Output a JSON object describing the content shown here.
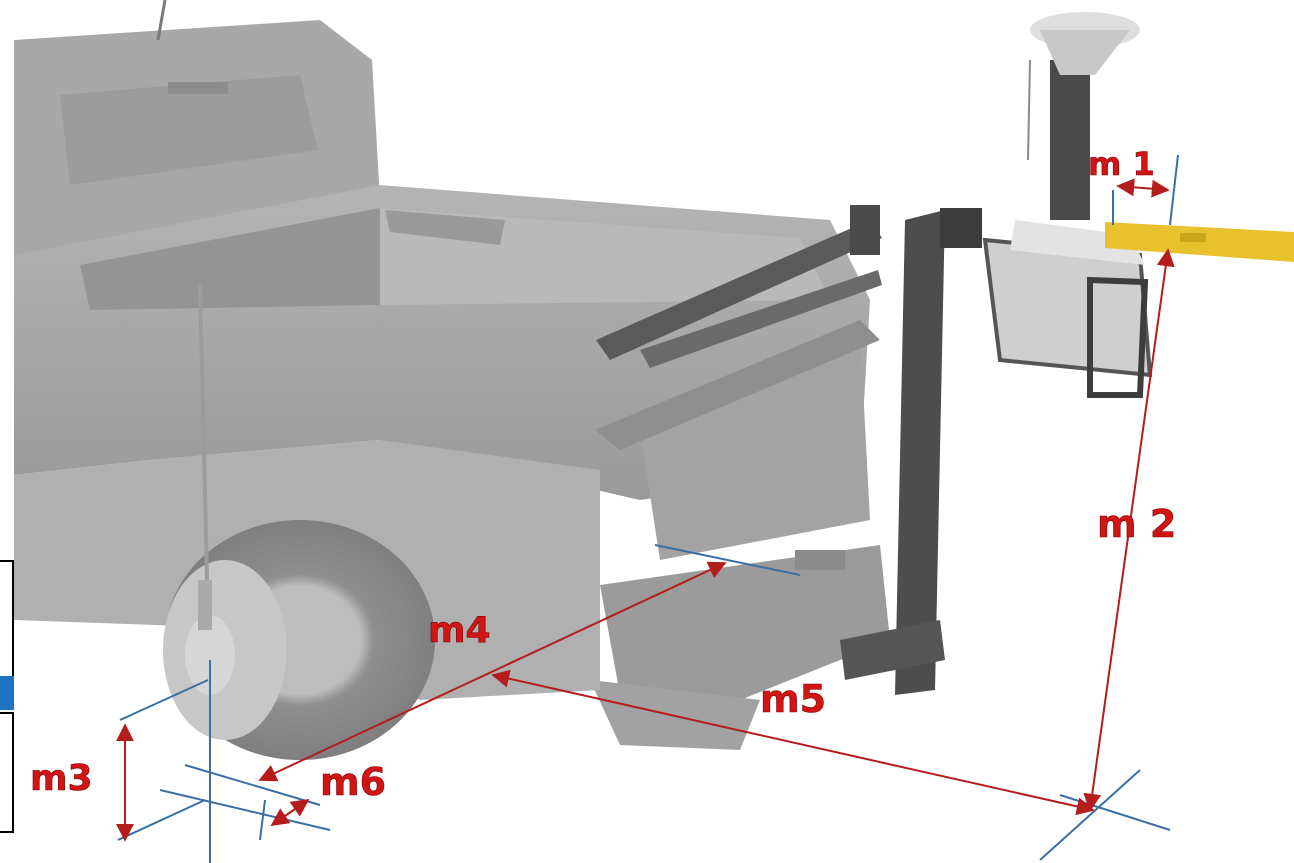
{
  "colors": {
    "measure_line": "#b51c1c",
    "label": "#d11414",
    "reference_axis": "#3a6fa5",
    "level_bar": "#e7c22e",
    "truck": "#a9a9a9",
    "edge_blue": "#1d72c2"
  },
  "labels": {
    "m1": "m 1",
    "m2": "m 2",
    "m3": "m3",
    "m4": "m4",
    "m5": "m5",
    "m6": "m6"
  },
  "icons": {
    "gnss_antenna": "gnss-antenna-icon",
    "level": "spirit-level-icon",
    "radio_antenna": "radio-antenna-icon"
  }
}
